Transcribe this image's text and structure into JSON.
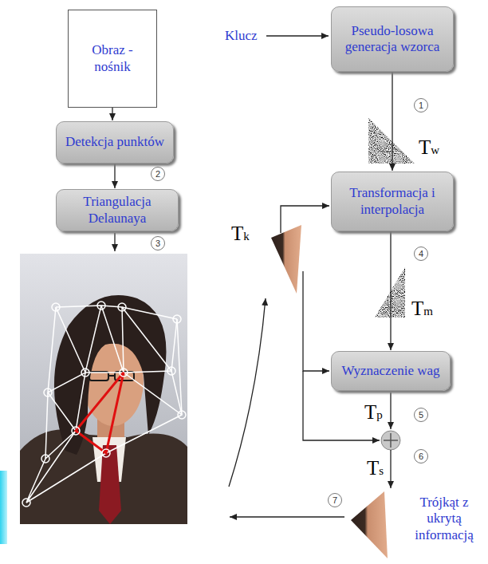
{
  "diagram": {
    "nodes": [
      {
        "text": [
          "Obraz - nośnik"
        ]
      },
      {
        "text": [
          "Detekcja punktów"
        ]
      },
      {
        "text": [
          "Triangulacja Delaunaya"
        ]
      },
      {
        "text": [
          "Pseudo-losowa generacja wzorca"
        ]
      },
      {
        "text": [
          "Transformacja i interpolacja"
        ]
      },
      {
        "text": [
          "Wyznaczenie wag"
        ]
      }
    ],
    "edges": [
      {
        "from": 0,
        "to": 1,
        "arrow": "to"
      },
      {
        "from": 1,
        "to": 2,
        "arrow": "to"
      },
      {
        "from": 3,
        "to": 4,
        "arrow": "to"
      },
      {
        "from": 4,
        "to": 5,
        "arrow": "to"
      }
    ],
    "labels": [
      "Klucz",
      "1",
      "Tw",
      "2",
      "Tk",
      "4",
      "Tm",
      "3",
      "5",
      "Tp",
      "6",
      "Ts",
      "7",
      "Trójkąt z ukrytą informacją"
    ]
  }
}
